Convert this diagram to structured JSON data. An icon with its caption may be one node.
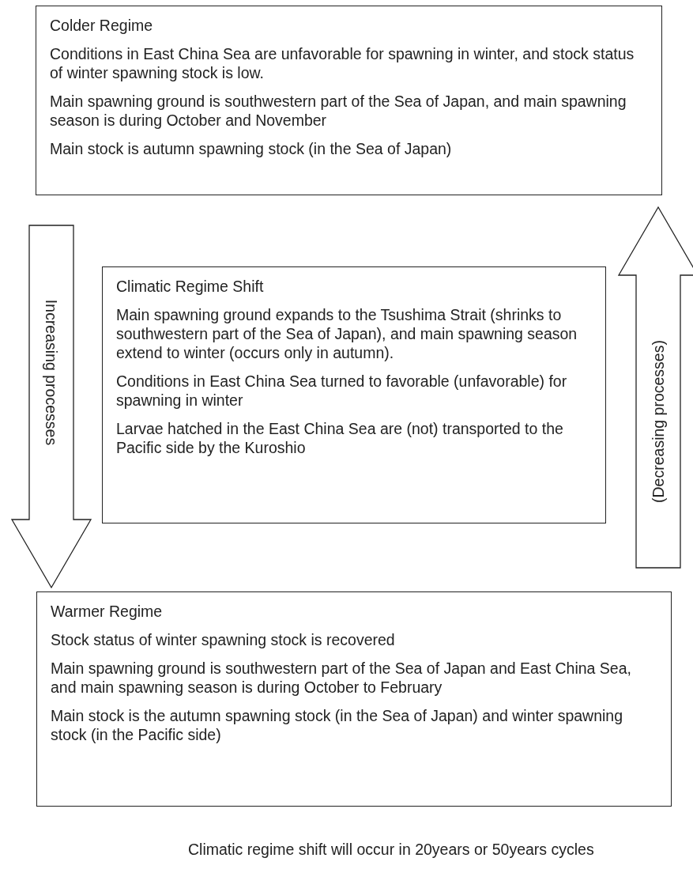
{
  "diagram": {
    "nodes": [
      {
        "text": [
          "Colder Regime",
          "Conditions in East China Sea are unfavorable for spawning in winter, and stock status of winter spawning stock is low.",
          "Main spawning ground is southwestern part of the Sea of Japan, and main spawning season is during October and November",
          "Main stock is autumn spawning stock (in the Sea of Japan)"
        ]
      },
      {
        "text": [
          "Climatic Regime Shift",
          "Main spawning ground expands to the Tsushima Strait (shrinks to southwestern part of the Sea of Japan), and main spawning season extend to winter (occurs only in autumn).",
          "Conditions in East China Sea turned to favorable (unfavorable) for spawning in winter",
          "Larvae hatched in the East China Sea are (not) transported to the Pacific side by the Kuroshio"
        ]
      },
      {
        "text": [
          "Warmer Regime",
          "Stock status of winter spawning stock is recovered",
          "Main spawning ground is southwestern part of the Sea of Japan and East China Sea, and main spawning season is during October to February",
          "Main stock is the autumn spawning stock (in the Sea of Japan) and winter spawning stock (in the Pacific side)"
        ]
      }
    ],
    "edges": [
      {
        "from": 0,
        "to": 2,
        "arrow": "to",
        "label": "Increasing processes"
      },
      {
        "from": 2,
        "to": 0,
        "arrow": "to",
        "label": "(Decreasing processes)"
      }
    ],
    "labels": [
      "Climatic regime shift will occur in 20years or 50years cycles"
    ]
  }
}
